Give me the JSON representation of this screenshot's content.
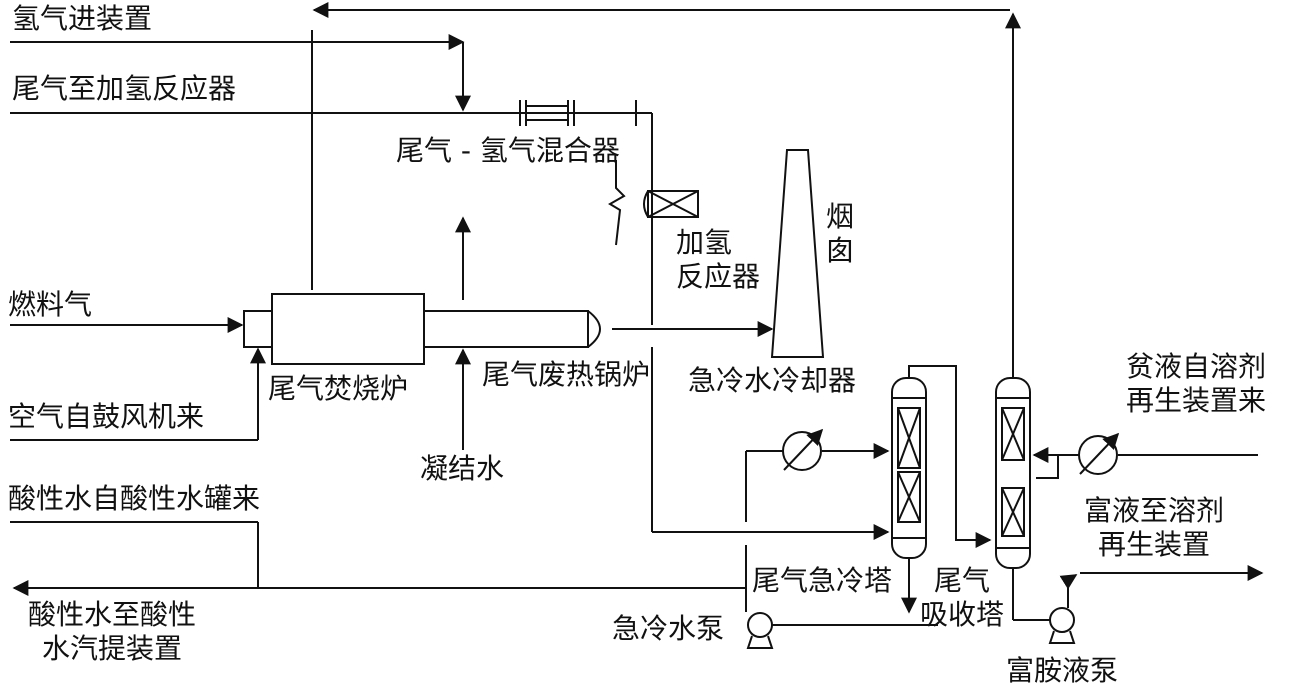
{
  "labels": {
    "h2_in": "氢气进装置",
    "tailgas_to_reactor": "尾气至加氢反应器",
    "mixer": "尾气 - 氢气混合器",
    "reactor": "加氢\n反应器",
    "stack": "烟\n囱",
    "fuel_gas": "燃料气",
    "air_in": "空气自鼓风机来",
    "incinerator": "尾气焚烧炉",
    "waste_heat_boiler": "尾气废热锅炉",
    "condensate": "凝结水",
    "quench_cooler": "急冷水冷却器",
    "lean_in": "贫液自溶剂\n再生装置来",
    "rich_out": "富液至溶剂\n再生装置",
    "sour_in": "酸性水自酸性水罐来",
    "sour_out": "酸性水至酸性\n水汽提装置",
    "quench_tower": "尾气急冷塔",
    "absorber": "尾气\n吸收塔",
    "quench_pump": "急冷水泵",
    "rich_pump": "富胺液泵"
  },
  "colors": {
    "line": "#111111",
    "background": "#ffffff"
  }
}
